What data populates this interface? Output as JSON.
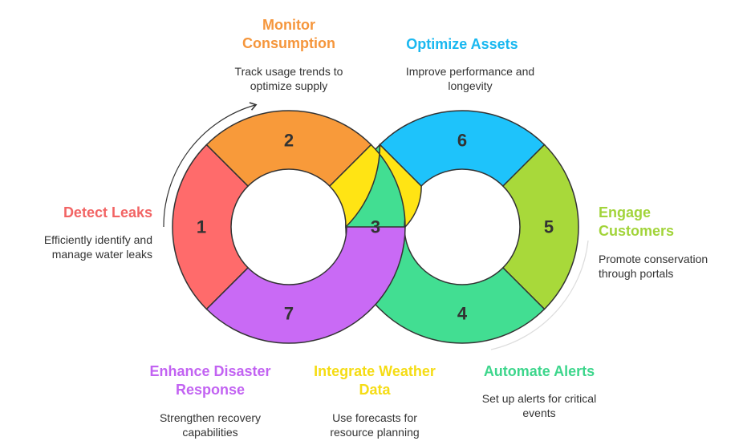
{
  "steps": [
    {
      "num": "1",
      "title": "Detect Leaks",
      "desc": "Efficiently identify and manage water leaks",
      "color": "#FF6B6B",
      "text_color": "#F26464"
    },
    {
      "num": "2",
      "title": "Monitor Consumption",
      "desc": "Track usage trends to optimize supply",
      "color": "#F89A3A",
      "text_color": "#F5963C"
    },
    {
      "num": "3",
      "title": "Integrate Weather Data",
      "desc": "Use forecasts for resource planning",
      "color": "#FFE414",
      "text_color": "#F5DC14"
    },
    {
      "num": "4",
      "title": "Automate Alerts",
      "desc": "Set up alerts for critical events",
      "color": "#42DE92",
      "text_color": "#3DD68C"
    },
    {
      "num": "5",
      "title": "Engage Customers",
      "desc": "Promote conservation through portals",
      "color": "#A8D93A",
      "text_color": "#A2D43A"
    },
    {
      "num": "6",
      "title": "Optimize Assets",
      "desc": "Improve performance and longevity",
      "color": "#1EC3FB",
      "text_color": "#1AB8F0"
    },
    {
      "num": "7",
      "title": "Enhance Disaster Response",
      "desc": "Strengthen recovery capabilities",
      "color": "#C96AF5",
      "text_color": "#C263F2"
    }
  ]
}
